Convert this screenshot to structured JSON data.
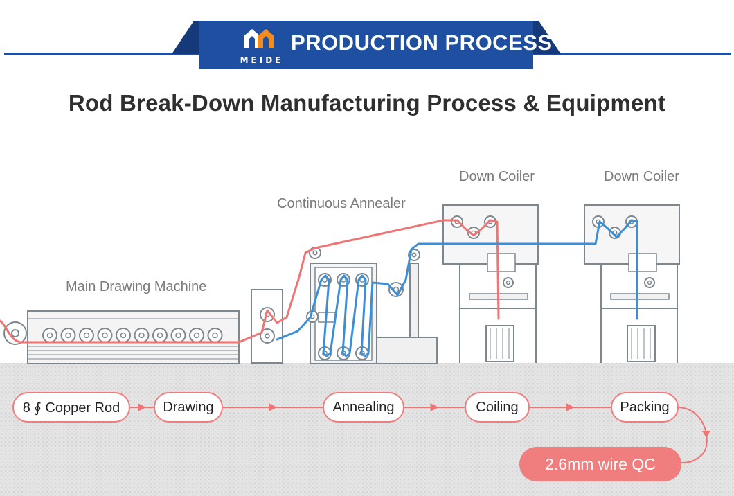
{
  "header": {
    "banner_title": "PRODUCTION PROCESS",
    "brand_name": "MEIDE",
    "colors": {
      "banner": "#1f4fa0",
      "banner_dark": "#16397a",
      "rule": "#1f4fa0",
      "logo_orange": "#f28c1e"
    }
  },
  "title": "Rod Break-Down Manufacturing Process & Equipment",
  "machines": {
    "main_drawing": "Main Drawing Machine",
    "annealer": "Continuous Annealer",
    "coiler_1": "Down Coiler",
    "coiler_2": "Down Coiler"
  },
  "flow": {
    "steps": [
      "8 ∮ Copper Rod",
      "Drawing",
      "Annealing",
      "Coiling",
      "Packing"
    ],
    "final": "2.6mm wire QC"
  },
  "colors": {
    "hot_wire": "#ef7474",
    "cool_wire": "#3a8fd8",
    "machine_stroke": "#7c8790",
    "floor": "#e2e2e2",
    "step_border": "#ef7d7d"
  }
}
